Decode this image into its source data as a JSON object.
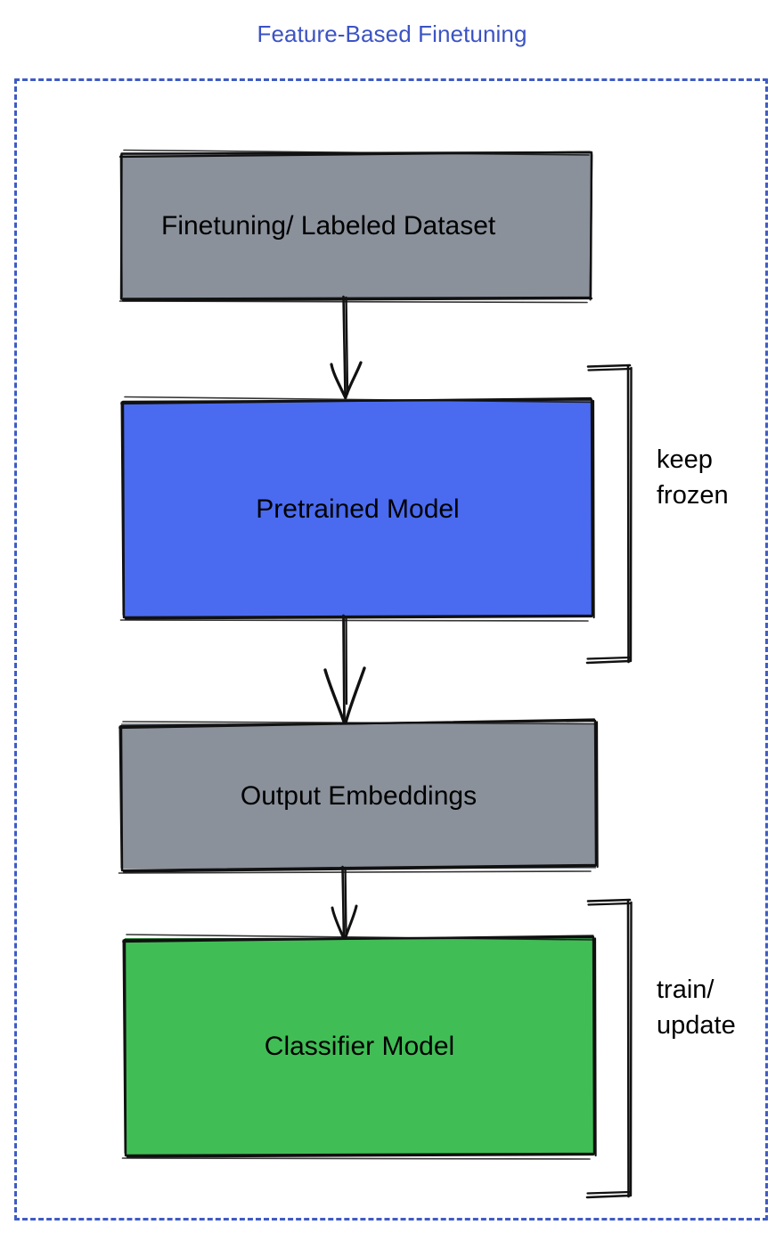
{
  "title": "Feature-Based Finetuning",
  "colors": {
    "title_blue": "#3b53c4",
    "frame_dashed_blue": "#3f5bc4",
    "node_gray": "#8a919b",
    "node_blue": "#4a6bf0",
    "node_green": "#41bd56",
    "stroke_black": "#111111",
    "background": "#ffffff"
  },
  "nodes": [
    {
      "id": "dataset",
      "label": "Finetuning/ Labeled Dataset",
      "fill": "#8a919b"
    },
    {
      "id": "pretrained",
      "label": "Pretrained Model",
      "fill": "#4a6bf0"
    },
    {
      "id": "embeddings",
      "label": "Output Embeddings",
      "fill": "#8a919b"
    },
    {
      "id": "classifier",
      "label": "Classifier Model",
      "fill": "#41bd56"
    }
  ],
  "connectors": [
    {
      "id": "arrow-1",
      "from": "dataset",
      "to": "pretrained",
      "kind": "arrow-down"
    },
    {
      "id": "arrow-2",
      "from": "pretrained",
      "to": "embeddings",
      "kind": "arrow-down"
    },
    {
      "id": "arrow-3",
      "from": "embeddings",
      "to": "classifier",
      "kind": "arrow-down"
    }
  ],
  "annotations": [
    {
      "id": "frozen",
      "label": "keep\nfrozen",
      "bracket_for": "pretrained"
    },
    {
      "id": "train",
      "label": "train/\nupdate",
      "bracket_for": "classifier"
    }
  ]
}
